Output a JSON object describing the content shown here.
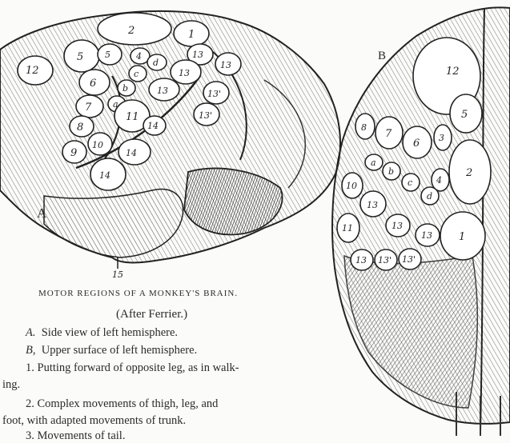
{
  "figure": {
    "panel_a_label": "A",
    "panel_b_label": "B",
    "bottom_pointer_label": "15",
    "regions_a": [
      "12",
      "5",
      "5",
      "2",
      "1",
      "4",
      "d",
      "13",
      "13",
      "6",
      "c",
      "b",
      "a",
      "13",
      "13'",
      "7",
      "11",
      "13'",
      "8",
      "14",
      "10",
      "9",
      "14",
      "14"
    ],
    "regions_b": [
      "12",
      "5",
      "3",
      "6",
      "7",
      "8",
      "2",
      "4",
      "a",
      "b",
      "c",
      "d",
      "10",
      "13",
      "13",
      "13",
      "11",
      "1",
      "13",
      "13'",
      "13'"
    ]
  },
  "caption": {
    "title": "MOTOR REGIONS OF A MONKEY'S BRAIN.",
    "attribution": "(After Ferrier.)",
    "line_a_key": "A.",
    "line_a_text": "Side view of left hemisphere.",
    "line_b_key": "B,",
    "line_b_text": "Upper surface of left hemisphere.",
    "item1_num": "1.",
    "item1_text": "Putting forward of opposite leg, as in walk-",
    "item1_cont": "ing.",
    "item2_num": "2.",
    "item2_text": "Complex movements of thigh, leg, and",
    "item2_cont": "foot, with adapted movements of trunk.",
    "item3_num": "3.",
    "item3_text": "Movements of tail."
  }
}
